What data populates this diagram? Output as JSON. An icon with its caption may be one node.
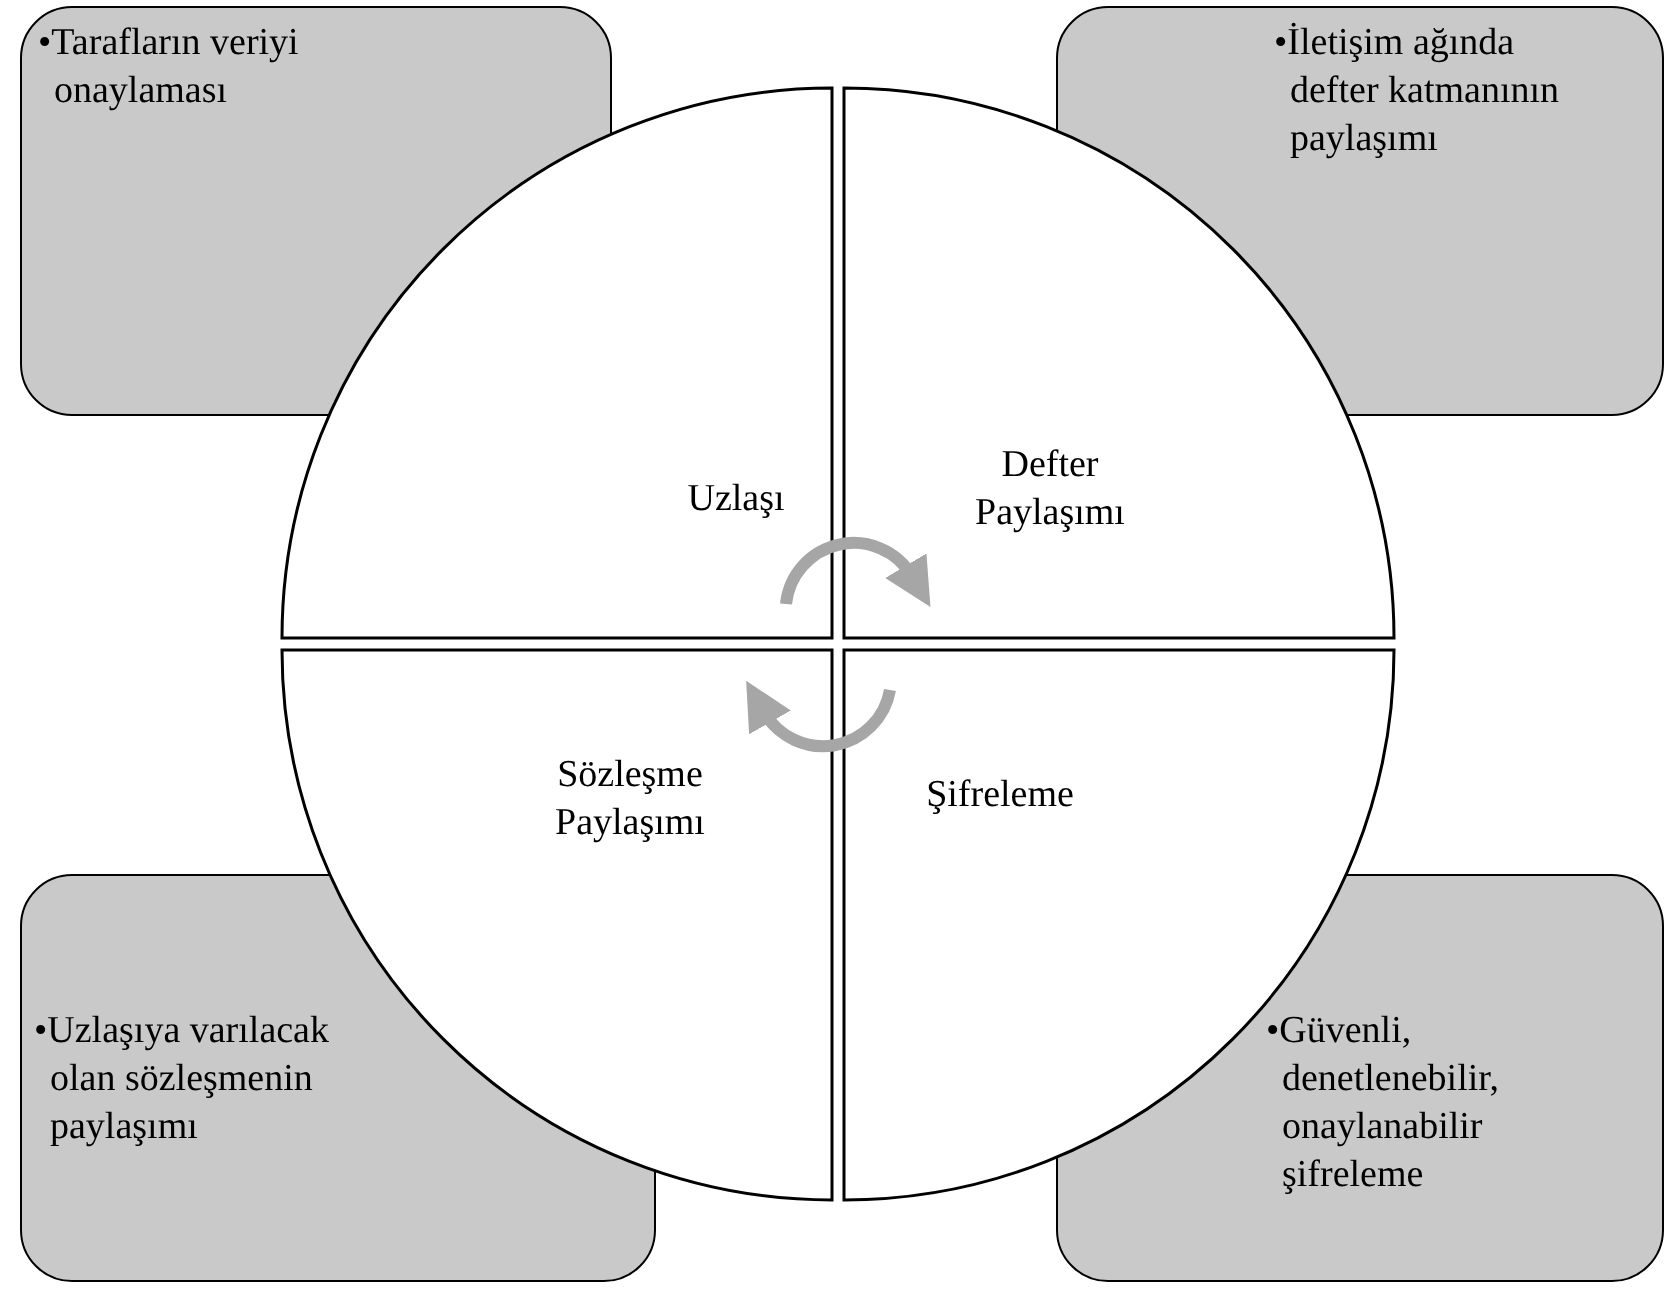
{
  "diagram": {
    "nodes": [
      {
        "text": [
          "•Tarafların veriyi onaylaması"
        ]
      },
      {
        "text": [
          "•İletişim ağında defter katmanının paylaşımı"
        ]
      },
      {
        "text": [
          "Uzlaşı"
        ]
      },
      {
        "text": [
          "Defter Paylaşımı"
        ]
      },
      {
        "text": [
          "Sözleşme Paylaşımı"
        ]
      },
      {
        "text": [
          "Şifreleme"
        ]
      },
      {
        "text": [
          "•Uzlaşıya varılacak olan sözleşmenin paylaşımı"
        ]
      },
      {
        "text": [
          "•Güvenli, denetlenebilir, onaylanabilir şifreleme"
        ]
      }
    ],
    "edges": [
      {
        "from": 2,
        "to": 3,
        "arrow": "to"
      },
      {
        "from": 5,
        "to": 4,
        "arrow": "to"
      }
    ]
  }
}
